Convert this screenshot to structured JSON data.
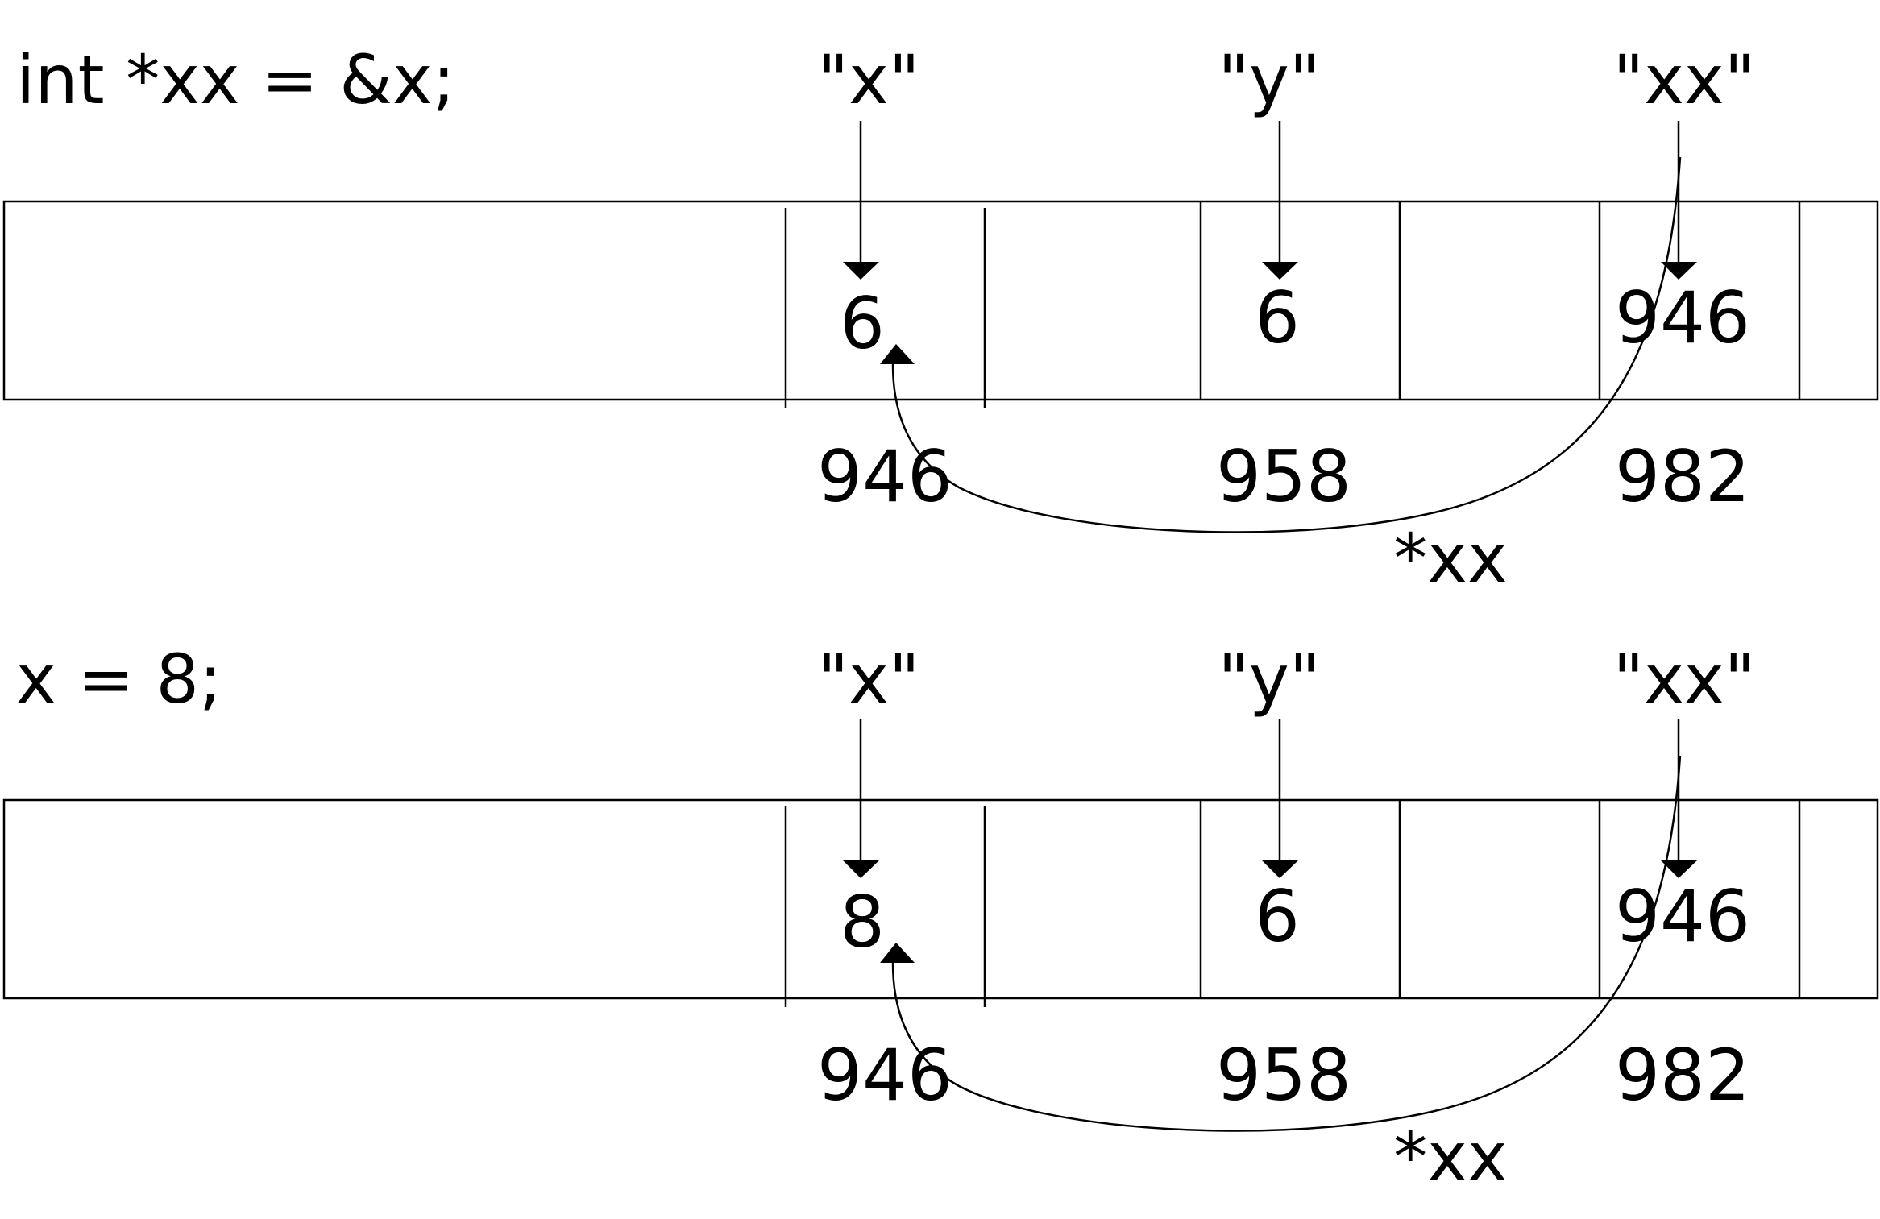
{
  "panels": [
    {
      "statement": "int *xx = &x;",
      "variables": [
        "\"x\"",
        "\"y\"",
        "\"xx\""
      ],
      "values": [
        "6",
        "6",
        "946"
      ],
      "addresses": [
        "946",
        "958",
        "982"
      ],
      "pointer_label": "*xx"
    },
    {
      "statement": "x = 8;",
      "variables": [
        "\"x\"",
        "\"y\"",
        "\"xx\""
      ],
      "values": [
        "8",
        "6",
        "946"
      ],
      "addresses": [
        "946",
        "958",
        "982"
      ],
      "pointer_label": "*xx"
    }
  ]
}
